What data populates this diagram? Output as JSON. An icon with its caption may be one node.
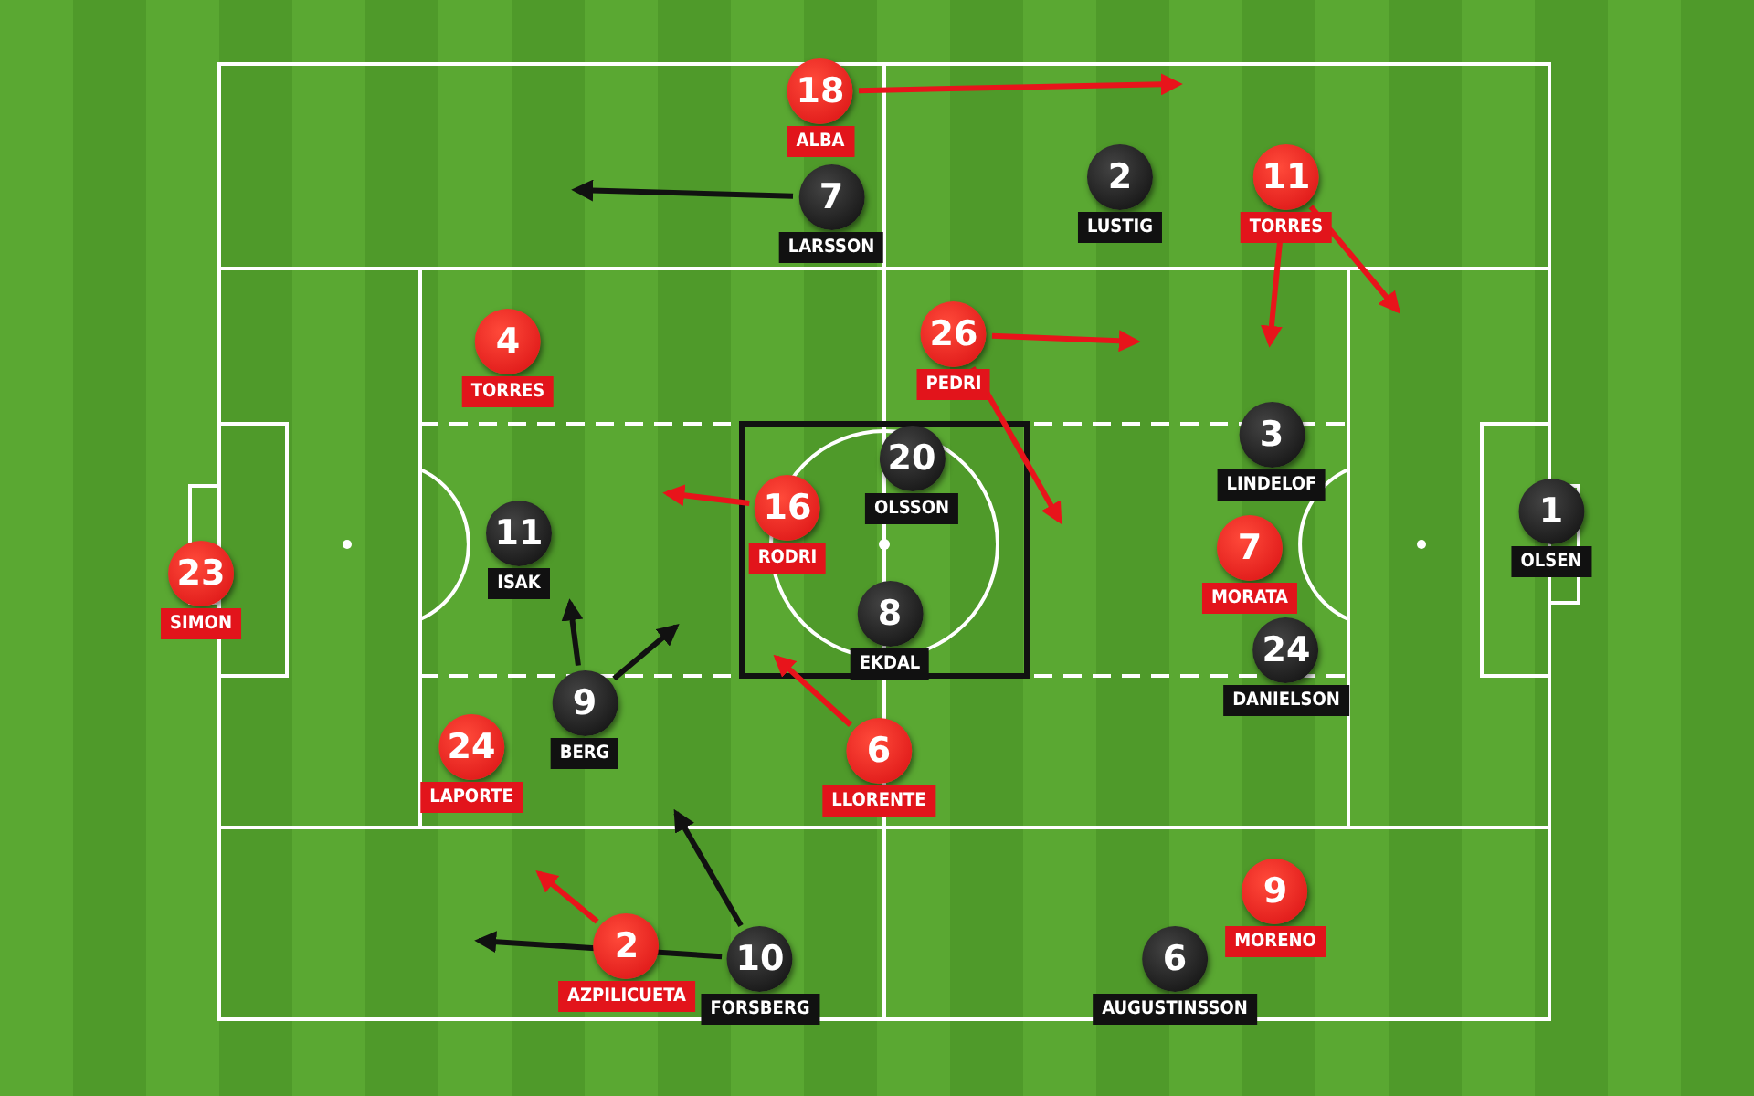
{
  "diagram": {
    "nodes": [
      {
        "text": [
          "18",
          "ALBA"
        ]
      },
      {
        "text": [
          "7",
          "LARSSON"
        ]
      },
      {
        "text": [
          "2",
          "LUSTIG"
        ]
      },
      {
        "text": [
          "11",
          "TORRES"
        ]
      },
      {
        "text": [
          "4",
          "TORRES"
        ]
      },
      {
        "text": [
          "26",
          "PEDRI"
        ]
      },
      {
        "text": [
          "20",
          "OLSSON"
        ]
      },
      {
        "text": [
          "3",
          "LINDELOF"
        ]
      },
      {
        "text": [
          "1",
          "OLSEN"
        ]
      },
      {
        "text": [
          "11",
          "ISAK"
        ]
      },
      {
        "text": [
          "16",
          "RODRI"
        ]
      },
      {
        "text": [
          "23",
          "SIMON"
        ]
      },
      {
        "text": [
          "8",
          "EKDAL"
        ]
      },
      {
        "text": [
          "7",
          "MORATA"
        ]
      },
      {
        "text": [
          "24",
          "DANIELSON"
        ]
      },
      {
        "text": [
          "9",
          "BERG"
        ]
      },
      {
        "text": [
          "24",
          "LAPORTE"
        ]
      },
      {
        "text": [
          "6",
          "LLORENTE"
        ]
      },
      {
        "text": [
          "9",
          "MORENO"
        ]
      },
      {
        "text": [
          "2",
          "AZPILICUETA"
        ]
      },
      {
        "text": [
          "10",
          "FORSBERG"
        ]
      },
      {
        "text": [
          "6",
          "AUGUSTINSSON"
        ]
      }
    ],
    "edges": [
      {
        "from": 0,
        "to": null,
        "arrow": "to"
      },
      {
        "from": 1,
        "to": null,
        "arrow": "to",
        "color": "#111111"
      },
      {
        "from": 3,
        "to": null,
        "arrow": "to"
      },
      {
        "from": 3,
        "to": null,
        "arrow": "to"
      },
      {
        "from": 5,
        "to": null,
        "arrow": "to"
      },
      {
        "from": 5,
        "to": null,
        "arrow": "to"
      },
      {
        "from": 10,
        "to": null,
        "arrow": "to"
      },
      {
        "from": 15,
        "to": 9,
        "arrow": "to",
        "color": "#111111"
      },
      {
        "from": 15,
        "to": null,
        "arrow": "to",
        "color": "#111111"
      },
      {
        "from": 17,
        "to": null,
        "arrow": "to"
      },
      {
        "from": 19,
        "to": null,
        "arrow": "to"
      },
      {
        "from": 20,
        "to": null,
        "arrow": "to",
        "color": "#111111"
      },
      {
        "from": 20,
        "to": null,
        "arrow": "to",
        "color": "#111111"
      }
    ]
  }
}
